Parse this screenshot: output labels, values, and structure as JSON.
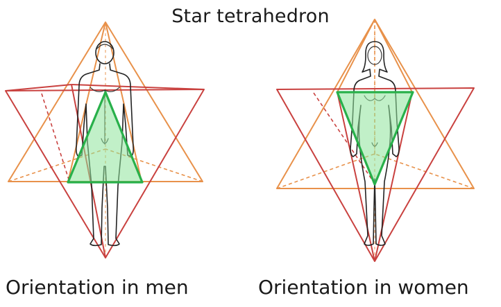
{
  "title": "Star tetrahedron",
  "captions": {
    "men": "Orientation in men",
    "women": "Orientation in women"
  },
  "colors": {
    "upward_tetrahedron": "#e8914a",
    "downward_tetrahedron": "#c9413f",
    "highlight_fill": "#8ee39a",
    "highlight_stroke": "#28b04a",
    "figure_outline": "#222222"
  }
}
